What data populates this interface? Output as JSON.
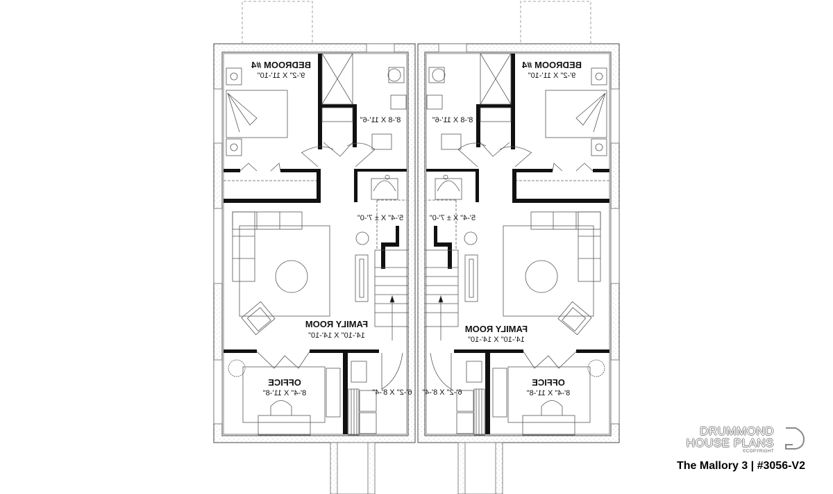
{
  "units": [
    {
      "bedroom": {
        "name": "BEDROOM #4",
        "size": "9'-2\" X 11'-10\""
      },
      "bathroom": {
        "size": "8'-8 X 11'-6\""
      },
      "hall": {
        "size": "5'-4\" X ± 7'-0\""
      },
      "family_room": {
        "name": "FAMILY ROOM",
        "size": "14'-10\" X 14'-10\""
      },
      "office": {
        "name": "OFFICE",
        "size": "8'-4\" X 11'-8\""
      },
      "laundry": {
        "size": "6'-2\" X 8'-4\""
      }
    },
    {
      "bedroom": {
        "name": "BEDROOM #4",
        "size": "9'-2\" X 11'-10\""
      },
      "bathroom": {
        "size": "8'-8 X 11'-6\""
      },
      "hall": {
        "size": "5'-4\" X ± 7'-0\""
      },
      "family_room": {
        "name": "FAMILY ROOM",
        "size": "14'-10\" X 14'-10\""
      },
      "office": {
        "name": "OFFICE",
        "size": "8'-4\" X 11'-8\""
      },
      "laundry": {
        "size": "6'-2\" X 8'-4\""
      }
    }
  ],
  "branding": {
    "line1": "DRUMMOND",
    "line2": "HOUSE PLANS",
    "copyright": "©COPYRIGHT",
    "plan_title": "The Mallory 3 | #3056-V2"
  },
  "colors": {
    "wall": "#111111",
    "line": "#555555",
    "stipple": "#999999"
  }
}
